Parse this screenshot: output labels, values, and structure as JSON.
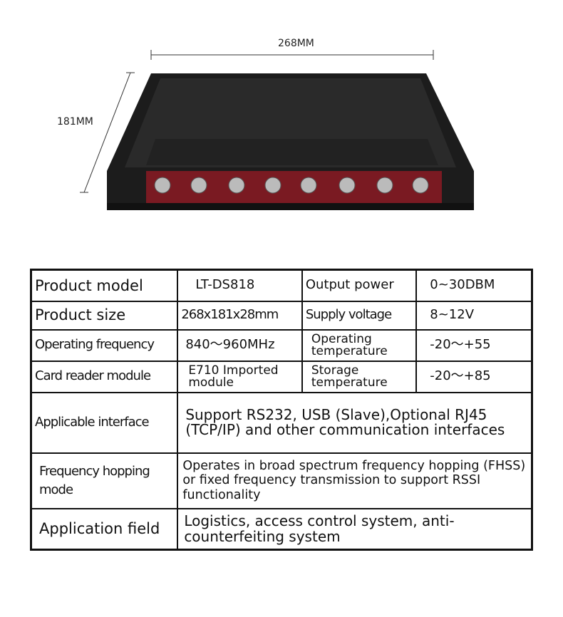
{
  "dimensions": {
    "width_label": "268MM",
    "height_label": "181MM"
  },
  "specs": {
    "rows": [
      {
        "label": "Product model",
        "value": "LT-DS818",
        "label2": "Output power",
        "value2": "0~30DBM"
      },
      {
        "label": "Product size",
        "value": "268x181x28mm",
        "label2": "Supply voltage",
        "value2": "8~12V"
      },
      {
        "label": "Operating frequency",
        "value": "840～960MHz",
        "label2": "Operating temperature",
        "value2": "-20～+55"
      },
      {
        "label": "Card reader module",
        "value": "E710 Imported module",
        "label2": "Storage temperature",
        "value2": "-20～+85"
      }
    ],
    "wide_rows": [
      {
        "label": "Applicable interface",
        "value": "Support RS232, USB (Slave),Optional RJ45 (TCP/IP) and other communication interfaces"
      },
      {
        "label": "Frequency hopping mode",
        "value": "Operates in broad spectrum frequency hopping (FHSS) or fixed frequency transmission to support RSSI functionality"
      },
      {
        "label": "Application field",
        "value": "Logistics, access control system, anti-counterfeiting system"
      }
    ]
  },
  "colors": {
    "body": "#1c1c1c",
    "panel": "#7a1a22"
  }
}
